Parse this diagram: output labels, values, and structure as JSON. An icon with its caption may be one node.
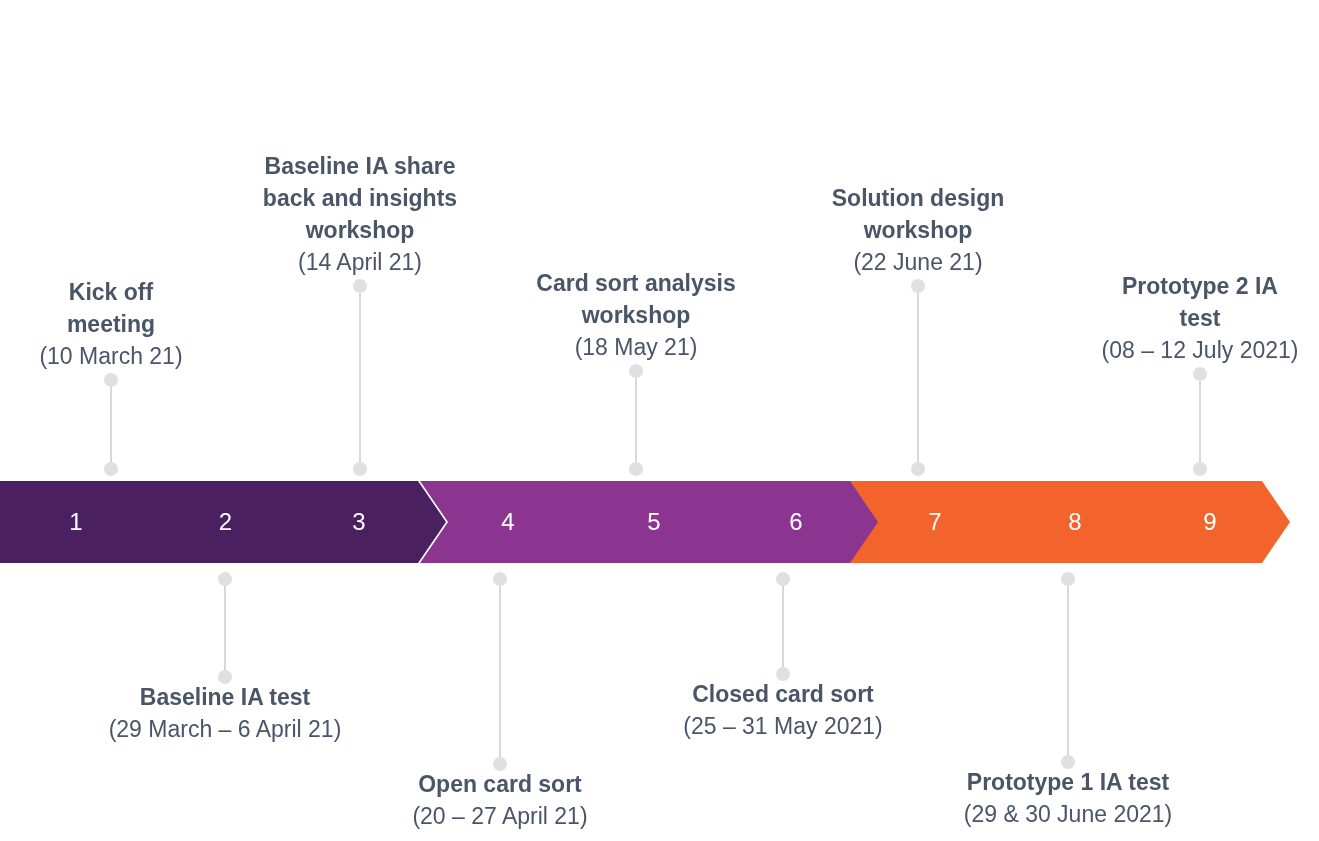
{
  "diagram": {
    "nodes": [
      {
        "text": [
          "1"
        ]
      },
      {
        "text": [
          "2"
        ]
      },
      {
        "text": [
          "3"
        ]
      },
      {
        "text": [
          "4"
        ]
      },
      {
        "text": [
          "5"
        ]
      },
      {
        "text": [
          "6"
        ]
      },
      {
        "text": [
          "7"
        ]
      },
      {
        "text": [
          "8"
        ]
      },
      {
        "text": [
          "9"
        ]
      },
      {
        "text": [
          "Kick off meeting",
          "(10 March 21)"
        ]
      },
      {
        "text": [
          "Baseline IA test",
          "(29 March – 6 April 21)"
        ]
      },
      {
        "text": [
          "Baseline IA share back and insights workshop",
          "(14 April 21)"
        ]
      },
      {
        "text": [
          "Open card sort",
          "(20 – 27 April 21)"
        ]
      },
      {
        "text": [
          "Card sort analysis workshop",
          "(18 May 21)"
        ]
      },
      {
        "text": [
          "Closed card sort",
          "(25 – 31 May 2021)"
        ]
      },
      {
        "text": [
          "Solution design workshop",
          "(22 June 21)"
        ]
      },
      {
        "text": [
          "Prototype 1 IA test",
          "(29 & 30 June 2021)"
        ]
      },
      {
        "text": [
          "Prototype 2 IA test",
          "(08 – 12 July 2021)"
        ]
      }
    ],
    "edges": [
      {
        "from": 9,
        "to": 0,
        "arrow": "other"
      },
      {
        "from": 10,
        "to": 1,
        "arrow": "other"
      },
      {
        "from": 11,
        "to": 2,
        "arrow": "other"
      },
      {
        "from": 12,
        "to": 3,
        "arrow": "other"
      },
      {
        "from": 13,
        "to": 4,
        "arrow": "other"
      },
      {
        "from": 14,
        "to": 5,
        "arrow": "other"
      },
      {
        "from": 15,
        "to": 6,
        "arrow": "other"
      },
      {
        "from": 16,
        "to": 7,
        "arrow": "other"
      },
      {
        "from": 17,
        "to": 8,
        "arrow": "other"
      }
    ]
  }
}
